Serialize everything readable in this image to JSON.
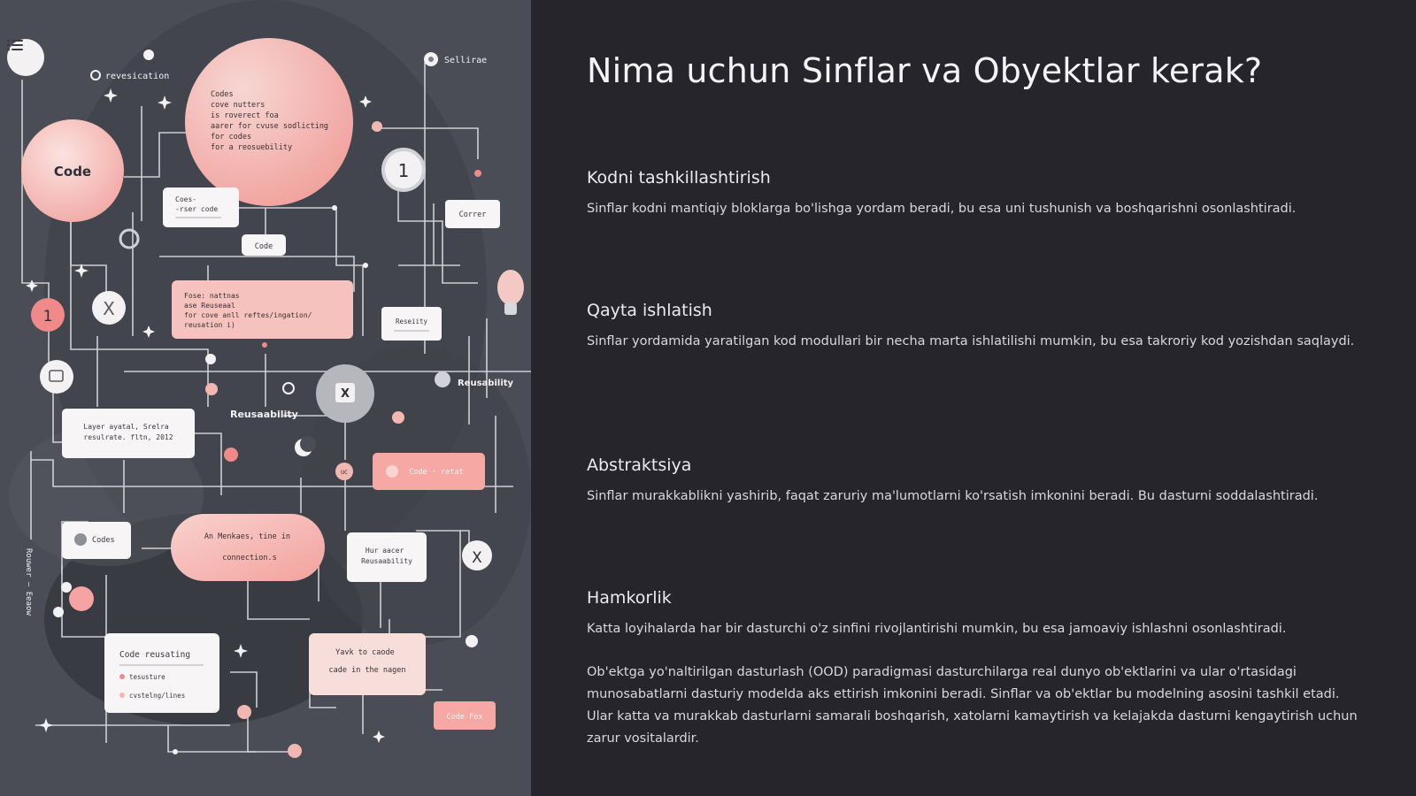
{
  "title": "Nima uchun Sinflar va Obyektlar kerak?",
  "menu_icon": "list-icon",
  "sections": [
    {
      "heading": "Kodni tashkillashtirish",
      "text": "Sinflar kodni mantiqiy bloklarga bo'lishga yordam beradi, bu esa uni tushunish va boshqarishni osonlashtiradi."
    },
    {
      "heading": "Qayta ishlatish",
      "text": "Sinflar yordamida yaratilgan kod modullari bir necha marta ishlatilishi mumkin, bu esa takroriy kod yozishdan saqlaydi."
    },
    {
      "heading": "Abstraktsiya",
      "text": "Sinflar murakkablikni yashirib, faqat zaruriy ma'lumotlarni ko'rsatish imkonini beradi. Bu dasturni soddalashtiradi."
    },
    {
      "heading": "Hamkorlik",
      "text": "Katta loyihalarda har bir dasturchi o'z sinfini rivojlantirishi mumkin, bu esa jamoaviy ishlashni osonlashtiradi."
    }
  ],
  "summary": "Ob'ektga yo'naltirilgan dasturlash (OOD) paradigmasi dasturchilarga real dunyo ob'ektlarini va ular o'rtasidagi munosabatlarni dasturiy modelda aks ettirish imkonini beradi. Sinflar va ob'ektlar bu modelning asosini tashkil etadi. Ular katta va murakkab dasturlarni samarali boshqarish, xatolarni kamaytirish va kelajakda dasturni kengaytirish uchun zarur vositalardir.",
  "illustration": {
    "labels": {
      "code_circle": "Code",
      "revesication": "revesication",
      "sellirae": "Sellirae",
      "reusability_right": "Reusability",
      "reusability_center": "Reusaability",
      "code_small": "Code",
      "correr": "Correr",
      "number_one": "1",
      "number_one_left": "1",
      "x_left": "X",
      "x_center": "X",
      "x_right": "X",
      "codes_box": "Codes",
      "code_fox": "Code Fox",
      "code_retat": "Code · retat",
      "uc": "UC",
      "code_reusating": "Code reusating",
      "vertical": "Rouwer — Eeaow",
      "bubble_text": "Codes\ncove nutters\n is roverect foa\n aarer for cvuse sodlicting\nfor codes\n for a reosuebility",
      "card_text_a": "Coes-\n-rser code",
      "card_text_b": "Fose: nattnas\n  ase Reuseaal\n for cove anll reftes/ingation/\n reusation i)",
      "card_text_c": "Reseiity",
      "card_text_d": "Layer ayatal, Srelra\nresulrate. fltn, 2012",
      "pill_text": "An Menkaes, tine in\nconnection.s",
      "card_text_e": "Hur aacer\nReusaability",
      "card_text_f": "Yavk to caode\ncade in the nagen",
      "list_item_1": "tesusture",
      "list_item_2": "cvstelng/lines"
    }
  }
}
